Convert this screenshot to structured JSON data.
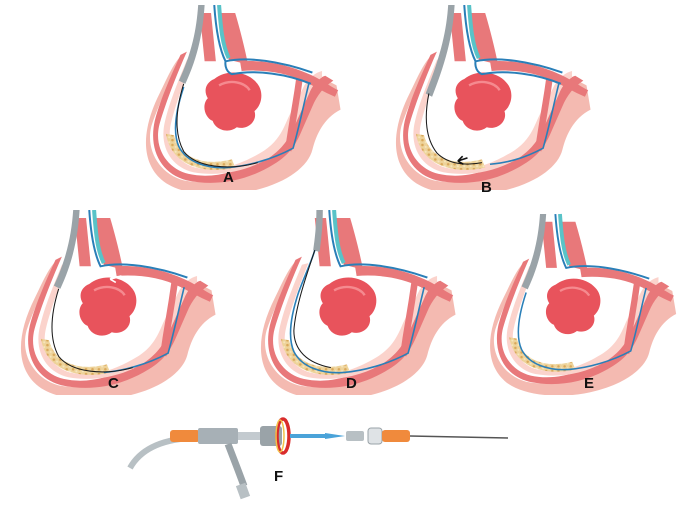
{
  "panels": [
    {
      "label": "A"
    },
    {
      "label": "B"
    },
    {
      "label": "C"
    },
    {
      "label": "D"
    },
    {
      "label": "E"
    },
    {
      "label": "F"
    }
  ],
  "colors": {
    "tissue": "#e8787a",
    "tissue_light": "#f3b2a8",
    "lumen": "#ffffff",
    "mass": "#e8535c",
    "plaque": "#e9c787",
    "stent_blue": "#2a7fb8",
    "stent_teal": "#59c3c8",
    "sheath_gray": "#9aa3a8",
    "guidewire": "#1a1a1a",
    "device_orange": "#f08a3c",
    "device_red": "#d92b2b",
    "device_blue": "#4aa3d9"
  }
}
